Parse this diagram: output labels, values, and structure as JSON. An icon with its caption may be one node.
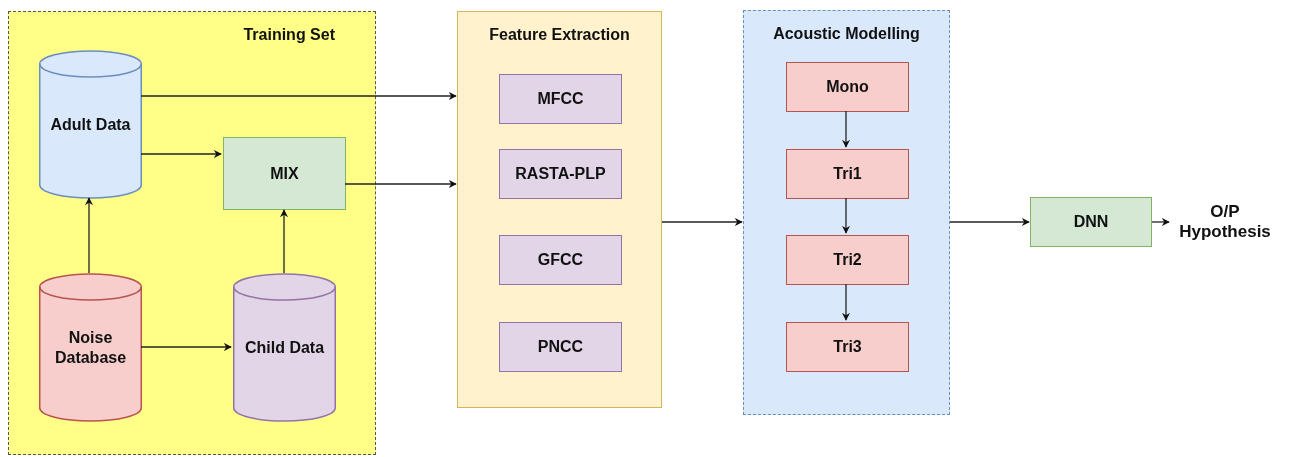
{
  "diagram": {
    "nodes": [
      {
        "text": [
          "Training Set"
        ]
      },
      {
        "text": [
          "Adult Data"
        ],
        "in": 0
      },
      {
        "text": [
          "MIX"
        ],
        "in": 0
      },
      {
        "text": [
          "Noise Database"
        ],
        "in": 0
      },
      {
        "text": [
          "Child Data"
        ],
        "in": 0
      },
      {
        "text": [
          "Feature Extraction"
        ]
      },
      {
        "text": [
          "MFCC"
        ],
        "in": 5
      },
      {
        "text": [
          "RASTA-PLP"
        ],
        "in": 5
      },
      {
        "text": [
          "GFCC"
        ],
        "in": 5
      },
      {
        "text": [
          "PNCC"
        ],
        "in": 5
      },
      {
        "text": [
          "Acoustic Modelling"
        ]
      },
      {
        "text": [
          "Mono"
        ],
        "in": 10
      },
      {
        "text": [
          "Tri1"
        ],
        "in": 10
      },
      {
        "text": [
          "Tri2"
        ],
        "in": 10
      },
      {
        "text": [
          "Tri3"
        ],
        "in": 10
      },
      {
        "text": [
          "DNN"
        ]
      },
      {
        "text": [
          "O/P Hypothesis"
        ]
      }
    ],
    "edges": [
      {
        "from": 1,
        "to": 5,
        "arrow": "to"
      },
      {
        "from": 1,
        "to": 2,
        "arrow": "to"
      },
      {
        "from": 3,
        "to": 1,
        "arrow": "to"
      },
      {
        "from": 3,
        "to": 4,
        "arrow": "to"
      },
      {
        "from": 4,
        "to": 2,
        "arrow": "to"
      },
      {
        "from": 2,
        "to": 5,
        "arrow": "to"
      },
      {
        "from": 5,
        "to": 10,
        "arrow": "to"
      },
      {
        "from": 11,
        "to": 12,
        "arrow": "to"
      },
      {
        "from": 12,
        "to": 13,
        "arrow": "to"
      },
      {
        "from": 13,
        "to": 14,
        "arrow": "to"
      },
      {
        "from": 10,
        "to": 15,
        "arrow": "to"
      },
      {
        "from": 15,
        "to": 16,
        "arrow": "to"
      }
    ]
  }
}
